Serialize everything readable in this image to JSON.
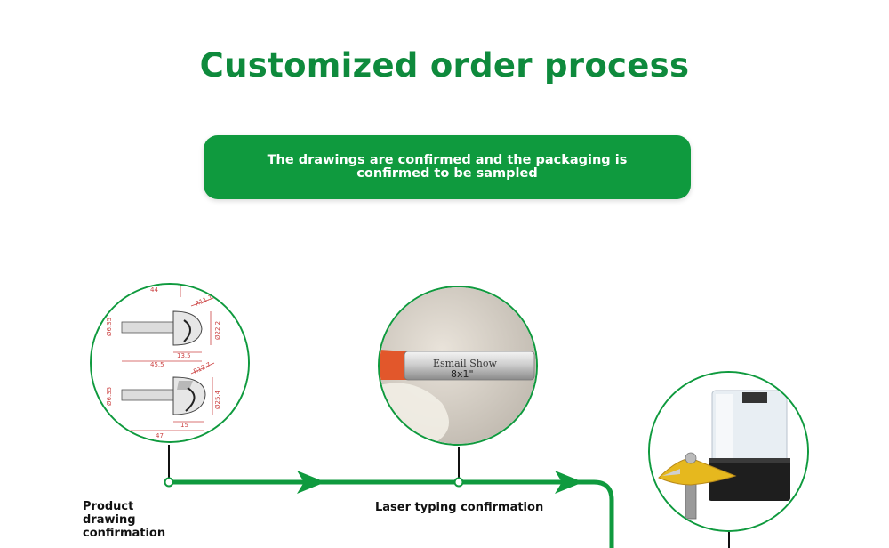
{
  "header": {
    "title": "Customized order process"
  },
  "banner": {
    "text": "The drawings are confirmed and the packaging is confirmed to be sampled"
  },
  "steps": [
    {
      "label": "Product drawing confirmation",
      "dims": {
        "a": "44",
        "b": "R11.1",
        "c": "Ø6.35",
        "d": "Ø22.2",
        "e": "13.5",
        "f": "45.5",
        "g": "R12.7",
        "h": "Ø6.35",
        "i": "Ø25.4",
        "j": "15",
        "k": "47"
      }
    },
    {
      "label": "Laser typing confirmation",
      "engraving_line1": "Esmail Show",
      "engraving_line2": "8x1\""
    },
    {
      "label": ""
    }
  ],
  "colors": {
    "brand_green": "#0f9a3e",
    "title_green": "#0e8a3c"
  },
  "icons": [
    "arrow-right-icon",
    "arrow-right-icon"
  ]
}
